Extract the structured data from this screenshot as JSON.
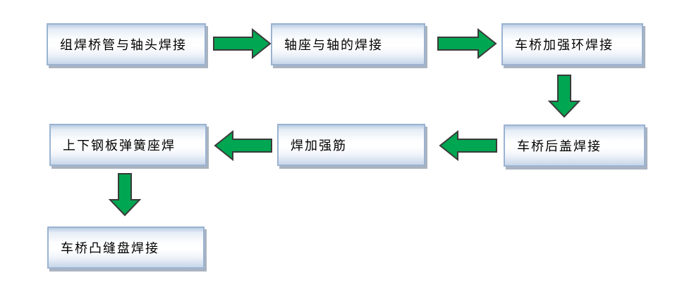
{
  "diagram": {
    "title": "axle-welding-process-flowchart",
    "boxes": [
      {
        "id": "box1",
        "label": "组焊桥管与轴头焊接"
      },
      {
        "id": "box2",
        "label": "轴座与轴的焊接"
      },
      {
        "id": "box3",
        "label": "车桥加强环焊接"
      },
      {
        "id": "box4",
        "label": "车桥后盖焊接"
      },
      {
        "id": "box5",
        "label": "焊加强筋"
      },
      {
        "id": "box6",
        "label": "上下钢板弹簧座焊"
      },
      {
        "id": "box7",
        "label": "车桥凸缝盘焊接"
      }
    ],
    "arrows": [
      {
        "from": "box1",
        "to": "box2",
        "direction": "right"
      },
      {
        "from": "box2",
        "to": "box3",
        "direction": "right"
      },
      {
        "from": "box3",
        "to": "box4",
        "direction": "down"
      },
      {
        "from": "box4",
        "to": "box5",
        "direction": "left"
      },
      {
        "from": "box5",
        "to": "box6",
        "direction": "left"
      },
      {
        "from": "box6",
        "to": "box7",
        "direction": "down"
      }
    ],
    "colors": {
      "arrow_fill": "#00A651",
      "arrow_outline": "#3B3B3B",
      "box_border": "#9BB3D2",
      "box_fill_top": "#B9CCE3",
      "box_fill_middle": "#FFFFFF",
      "box_fill_bottom": "#C7D6EA",
      "box_shadow": "#A9B3C0",
      "text": "#000000",
      "background": "#FFFFFF"
    }
  }
}
